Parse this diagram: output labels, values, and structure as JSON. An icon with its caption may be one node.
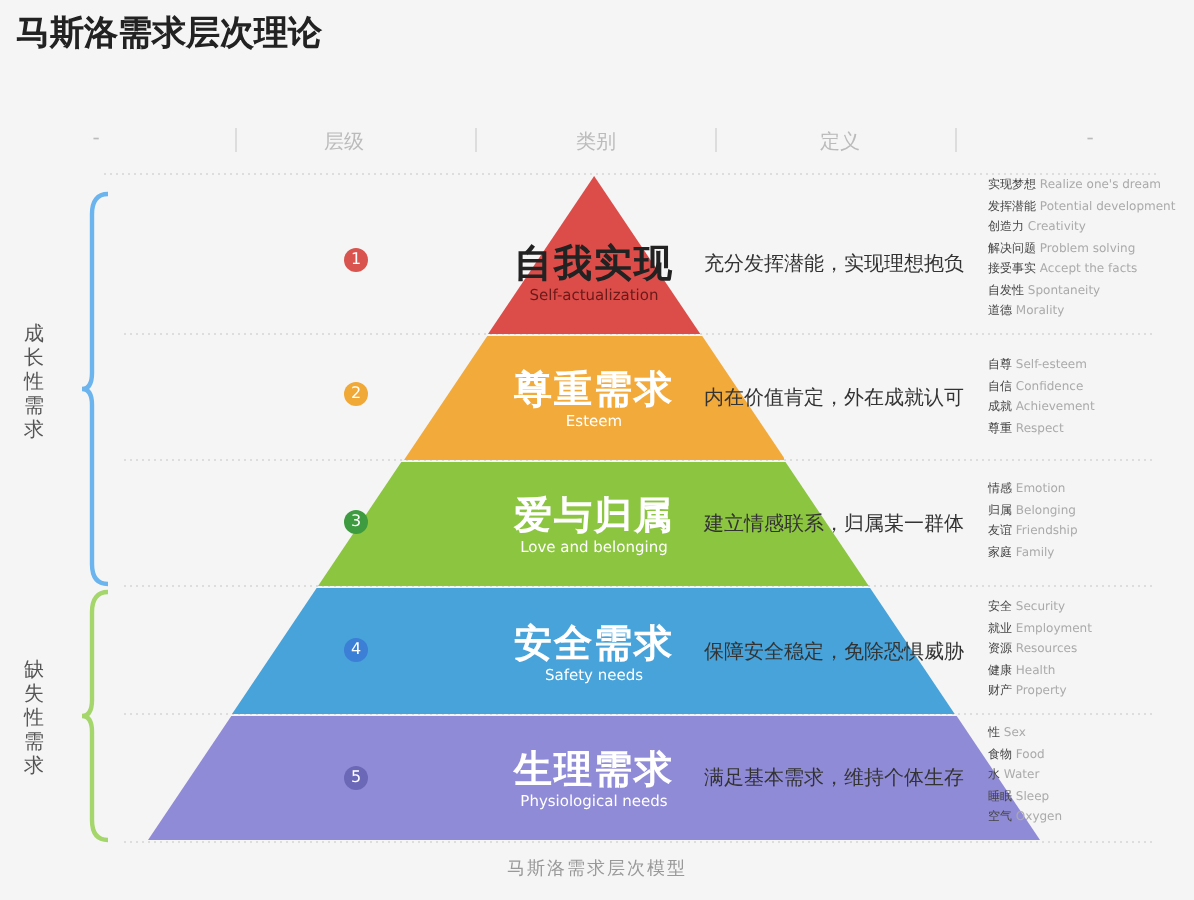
{
  "diagram": {
    "title": "马斯洛需求层次理论",
    "caption": "马斯洛需求层次模型",
    "nodes": [
      {
        "text": [
          "自我实现",
          "Self-actualization",
          "充分发挥潜能，实现理想抱负"
        ]
      },
      {
        "text": [
          "尊重需求",
          "Esteem",
          "内在价值肯定，外在成就认可"
        ]
      },
      {
        "text": [
          "爱与归属",
          "Love and belonging",
          "建立情感联系，归属某一群体"
        ]
      },
      {
        "text": [
          "安全需求",
          "Safety needs",
          "保障安全稳定，免除恐惧威胁"
        ]
      },
      {
        "text": [
          "生理需求",
          "Physiological needs",
          "满足基本需求，维持个体生存"
        ]
      }
    ],
    "edges": [],
    "labels": [
      "-",
      "层级",
      "类别",
      "定义",
      "-",
      "成长性需求",
      "缺失性需求",
      "1",
      "2",
      "3",
      "4",
      "5",
      "实现梦想 Realize one's dream",
      "发挥潜能 Potential development",
      "创造力 Creativity",
      "解决问题 Problem solving",
      "接受事实 Accept the facts",
      "自发性 Spontaneity",
      "道德 Morality",
      "自尊 Self-esteem",
      "自信 Confidence",
      "成就 Achievement",
      "尊重 Respect",
      "情感 Emotion",
      "归属 Belonging",
      "友谊 Friendship",
      "家庭 Family",
      "安全 Security",
      "就业 Employment",
      "资源 Resources",
      "健康 Health",
      "财产 Property",
      "性 Sex",
      "食物 Food",
      "水 Water",
      "睡眠 Sleep",
      "空气 Oxygen"
    ]
  }
}
